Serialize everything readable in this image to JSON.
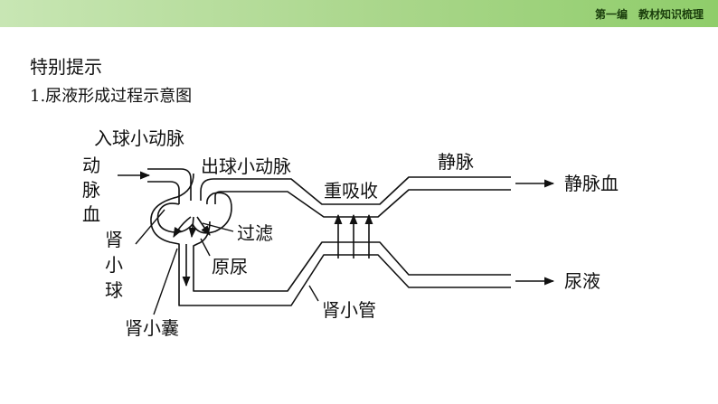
{
  "header": {
    "section": "第一编　教材知识梳理"
  },
  "heading": "特别提示",
  "subheading": "1.尿液形成过程示意图",
  "diagram": {
    "afferent_arteriole": "入球小动脉",
    "artery_blood": [
      "动",
      "脉",
      "血"
    ],
    "efferent_arteriole": "出球小动脉",
    "reabsorption": "重吸收",
    "vein": "静脉",
    "venous_blood": "静脉血",
    "filtration": "过滤",
    "glomerulus": [
      "肾",
      "小",
      "球"
    ],
    "primary_urine": "原尿",
    "renal_tubule": "肾小管",
    "urine": "尿液",
    "bowman_capsule": "肾小囊"
  }
}
